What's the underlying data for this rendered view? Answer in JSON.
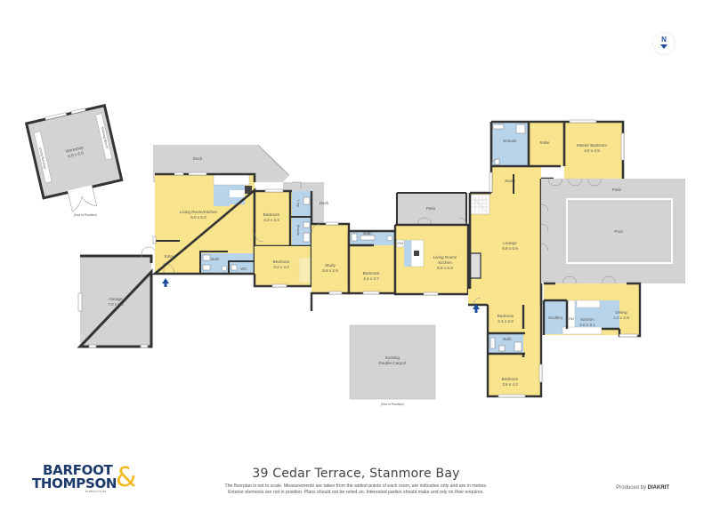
{
  "title": "39 Cedar Terrace, Stanmore Bay",
  "disclaimer": {
    "line1": "The floorplan is not to scale. Measurements are taken from the widest points of each room, are indicative only and are in metres.",
    "line2": "Exterior elements are not in position. Plans should not be relied on. Interested parties should make and rely on their enquires."
  },
  "branding": {
    "line1": "BARFOOT",
    "line2": "THOMPSON",
    "ampersand": "&",
    "tagline": "BARFOOT.CO.NZ",
    "produced_by_prefix": "Produced by",
    "produced_by_name": "DIAKRIT"
  },
  "compass": {
    "label": "N"
  },
  "colors": {
    "living": "#f7e48c",
    "wet": "#b8d4ea",
    "exterior": "#d3d3d3",
    "wall": "#333333",
    "brand_navy": "#1b3a6b",
    "brand_gold": "#f2b81c",
    "entry_arrow": "#1f4e9c"
  },
  "rooms": {
    "workshop": {
      "name": "Workshop",
      "dims": "6.8 x 6.0",
      "note": "(Not In Position)",
      "bench_left": "Shelving Bench",
      "bench_right": "Shelving Bench"
    },
    "garage": {
      "name": "Garage",
      "dims": "7.0 x 5.8"
    },
    "deck_top": {
      "name": "Deck"
    },
    "deck_right": {
      "name": "Deck"
    },
    "living_kitchen_1": {
      "name": "Living Room/Kitchen",
      "dims": "6.0 x 6.0"
    },
    "entry": {
      "name": "Entry"
    },
    "bath_1": {
      "name": "Bath"
    },
    "wc": {
      "name": "WC"
    },
    "bedroom_1": {
      "name": "Bedroom",
      "dims": "4.3 x 3.3"
    },
    "laundry": {
      "name": "L'dry"
    },
    "ensuite_1": {
      "name": "Ensuite"
    },
    "bedroom_2": {
      "name": "Bedroom",
      "dims": "3.2 x 4.0"
    },
    "study_1": {
      "name": "Study",
      "dims": "5.9 x 2.9"
    },
    "bath_2": {
      "name": "Bath"
    },
    "bedroom_3": {
      "name": "Bedroom",
      "dims": "4.4 x 3.7"
    },
    "patio_1": {
      "name": "Patio"
    },
    "living_kitchen_2": {
      "name": "Living Room/",
      "name2": "Kitchen",
      "dims": "5.9 x 5.9",
      "fridge": "Ref"
    },
    "ensuite_2": {
      "name": "Ensuite"
    },
    "robe": {
      "name": "Robe"
    },
    "master_bedroom": {
      "name": "Master Bedroom",
      "dims": "4.0 x 4.5"
    },
    "study_2": {
      "name": "Study"
    },
    "lounge": {
      "name": "Lounge",
      "dims": "6.9 x 5.9"
    },
    "patio_2": {
      "name": "Patio"
    },
    "pool": {
      "name": "Pool"
    },
    "bedroom_4": {
      "name": "Bedroom",
      "dims": "2.4 x 2.8"
    },
    "bath_3": {
      "name": "Bath"
    },
    "bedroom_5": {
      "name": "Bedroom",
      "dims": "3.6 x 4.2"
    },
    "scullery": {
      "name": "Scullery"
    },
    "kitchen": {
      "name": "Kitchen",
      "dims": "4.0 x 3.1",
      "fridge": "Ref"
    },
    "dining": {
      "name": "Dining",
      "dims": "4.2 x 2.9"
    },
    "carport": {
      "name": "Existing",
      "name2": "Double Carport",
      "note": "(Not In Position)"
    }
  }
}
